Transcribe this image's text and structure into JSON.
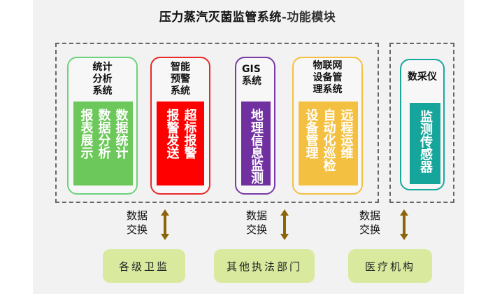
{
  "title": {
    "main": "压力蒸汽灭菌监管系统",
    "sub": "-功能模块"
  },
  "modules": [
    {
      "title": [
        "统计",
        "分析",
        "系统"
      ],
      "color": "#6cc85a",
      "border": "#6dd37a",
      "columns": [
        "数据统计",
        "数据分析",
        "报表展示"
      ]
    },
    {
      "title": [
        "智能",
        "预警",
        "系统"
      ],
      "color": "#ff0000",
      "border": "#e82a2a",
      "columns": [
        "超标报警",
        "报警发送"
      ]
    },
    {
      "title": [
        "GIS",
        "系统"
      ],
      "color": "#7030a0",
      "border": "#7a3aa8",
      "columns": [
        "地理信息监测"
      ]
    },
    {
      "title": [
        "物联网",
        "设备管",
        "理系统"
      ],
      "color": "#f4c042",
      "border": "#f4c042",
      "columns": [
        "远程运维",
        "自动化巡检",
        "设备管理"
      ]
    },
    {
      "title": [
        "数采仪"
      ],
      "color": "#16a59b",
      "border": "#19a89e",
      "columns": [
        "监测传感器"
      ]
    }
  ],
  "exchange": {
    "label_line1": "数据",
    "label_line2": "交换",
    "arrow_color": "#8b6508"
  },
  "destinations": [
    "各级卫监",
    "其他执法部门",
    "医疗机构"
  ]
}
